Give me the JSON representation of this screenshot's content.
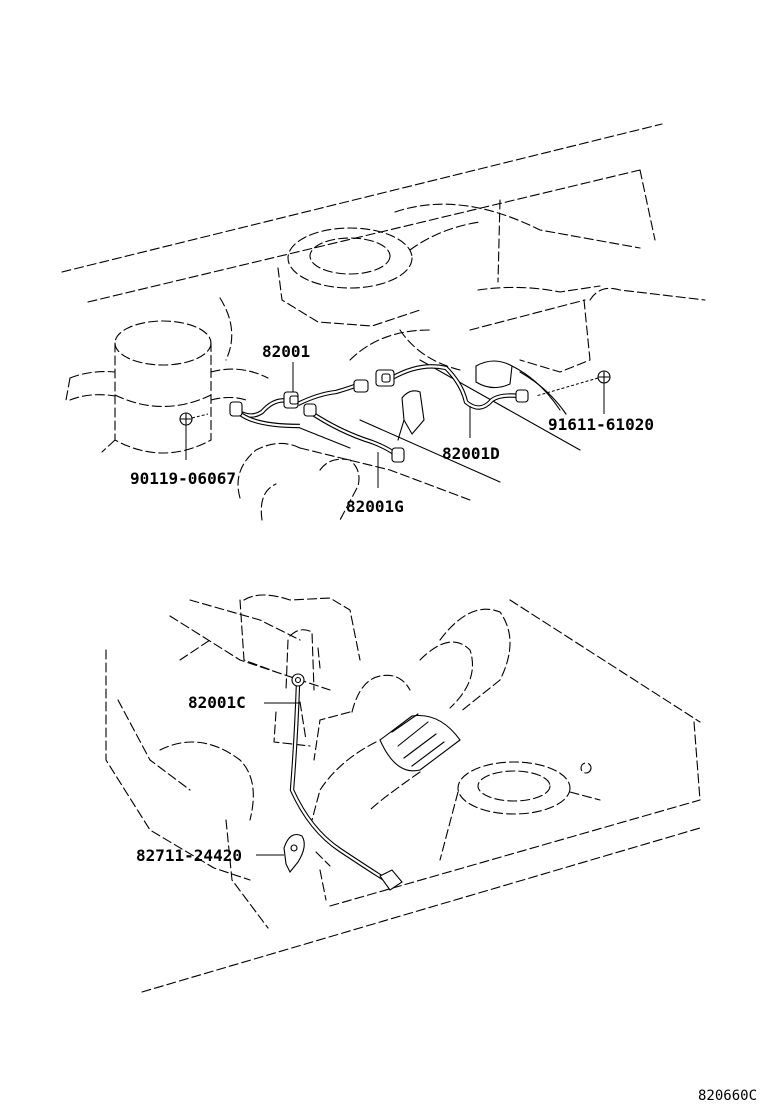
{
  "callouts": {
    "upper_82001": "82001",
    "upper_90119": "90119-06067",
    "upper_82001G": "82001G",
    "upper_82001D": "82001D",
    "upper_91611": "91611-61020",
    "lower_82001C": "82001C",
    "lower_82711": "82711-24420"
  },
  "diagram_ref": "820660C"
}
